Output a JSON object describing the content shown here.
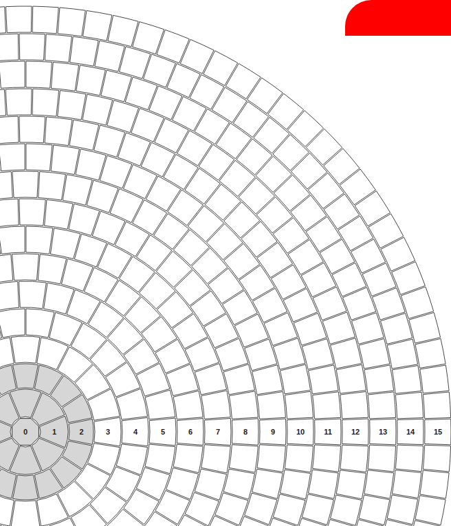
{
  "diagram": {
    "labels": [
      "0",
      "1",
      "2",
      "3",
      "4",
      "5",
      "6",
      "7",
      "8",
      "9",
      "10",
      "11",
      "12",
      "13",
      "14",
      "15"
    ]
  }
}
